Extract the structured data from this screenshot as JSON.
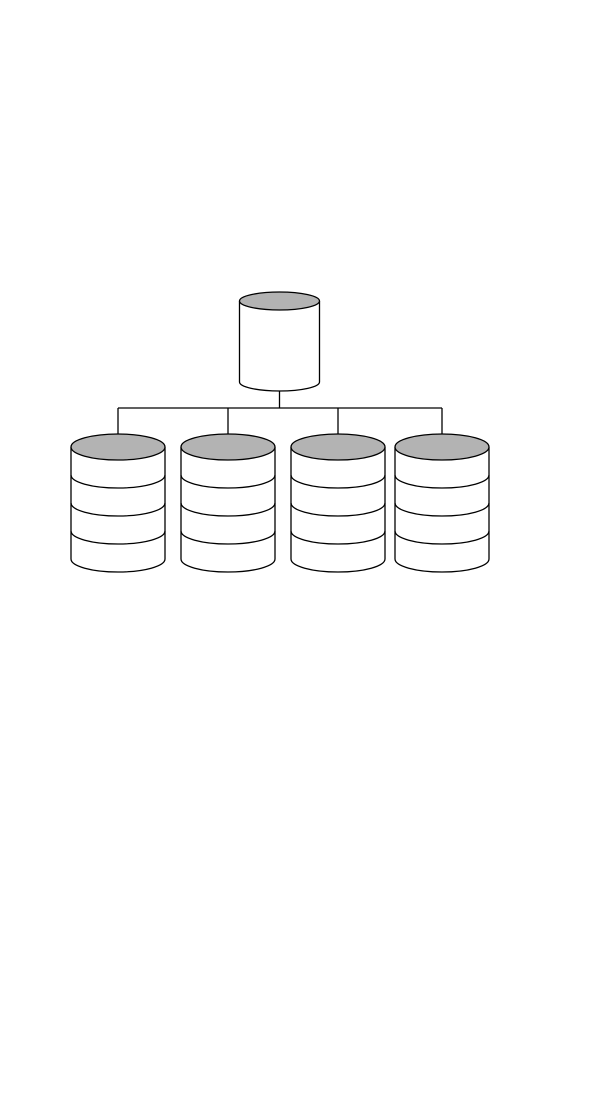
{
  "colors": {
    "background": "#ffffff",
    "stroke": "#000000",
    "disk_top": "#b3b3b3"
  },
  "diagram": {
    "root": {
      "icon": "database-cylinder",
      "platters": 1
    },
    "children": [
      {
        "icon": "database-stack",
        "platters": 4
      },
      {
        "icon": "database-stack",
        "platters": 4
      },
      {
        "icon": "database-stack",
        "platters": 4
      },
      {
        "icon": "database-stack",
        "platters": 4
      }
    ]
  }
}
